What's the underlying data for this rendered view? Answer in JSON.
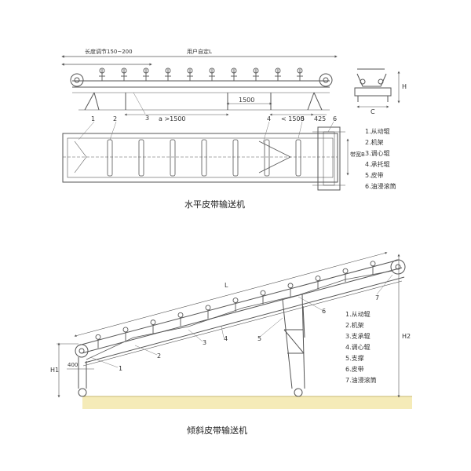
{
  "top": {
    "dim_top_left": "长度调节150~200",
    "dim_top_center": "用户自定L",
    "dim_a": "a >1500",
    "dim_1500": "1500",
    "dim_lt1500": "< 1500",
    "dim_425": "425",
    "dim_b": "带宽B",
    "dim_c": "C",
    "dim_h": "H",
    "part_nums": [
      "1",
      "2",
      "3",
      "4",
      "5",
      "6"
    ],
    "caption": "水平皮带输送机",
    "legend": [
      "1.从动辊",
      "2.机架",
      "3.调心辊",
      "4.承托辊",
      "5.皮带",
      "6.油浸滚筒"
    ]
  },
  "bottom": {
    "dim_l": "L",
    "dim_h1": "H1",
    "dim_h2": "H2",
    "dim_400": "400",
    "part_nums": [
      "1",
      "2",
      "3",
      "4",
      "5",
      "6",
      "7"
    ],
    "caption": "倾斜皮带输送机",
    "legend": [
      "1.从动辊",
      "2.机架",
      "3.支承辊",
      "4.调心辊",
      "5.支撑",
      "6.皮带",
      "7.油浸滚筒"
    ]
  }
}
